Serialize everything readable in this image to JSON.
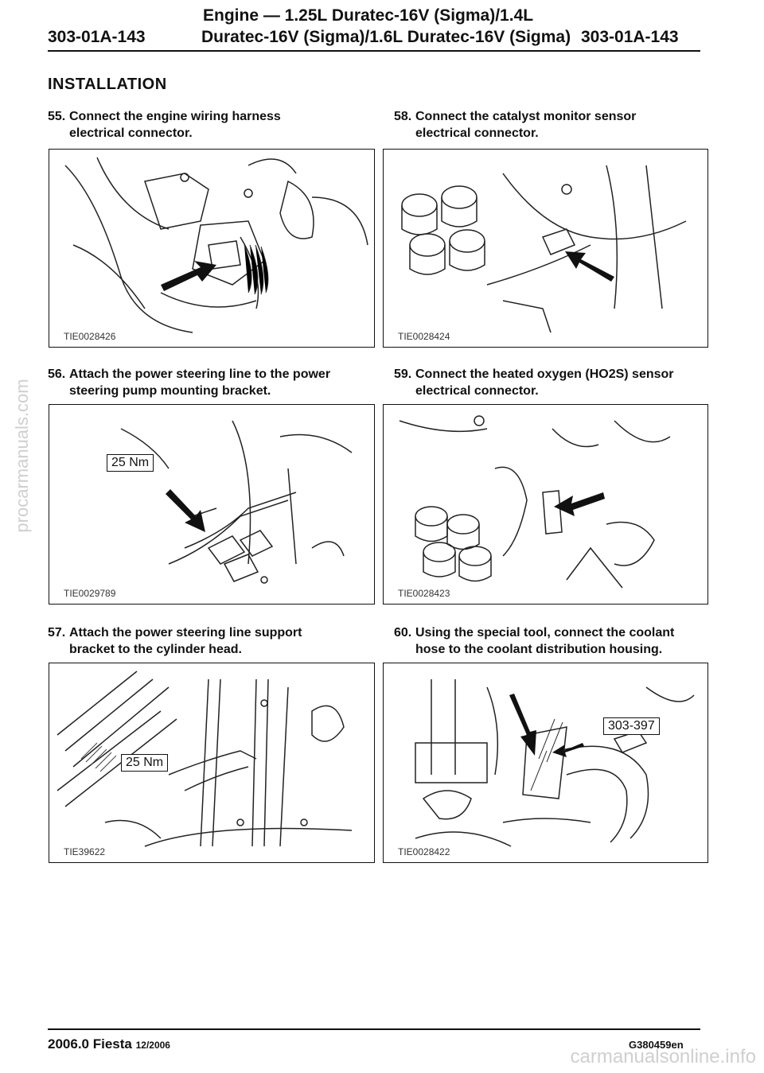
{
  "header": {
    "page_code_left": "303-01A-143",
    "title_line1": "Engine — 1.25L Duratec-16V (Sigma)/1.4L",
    "title_line2": "Duratec-16V (Sigma)/1.6L Duratec-16V (Sigma)",
    "page_code_right": "303-01A-143"
  },
  "section": "INSTALLATION",
  "steps": [
    {
      "num": "55.",
      "line1": "Connect the engine wiring harness",
      "line2": "electrical connector.",
      "figure_id": "TIE0028426"
    },
    {
      "num": "58.",
      "line1": "Connect the catalyst monitor sensor",
      "line2": "electrical connector.",
      "figure_id": "TIE0028424"
    },
    {
      "num": "56.",
      "line1": "Attach the power steering line to the power",
      "line2": "steering pump mounting bracket.",
      "figure_id": "TIE0029789",
      "callout": "25 Nm"
    },
    {
      "num": "59.",
      "line1": "Connect the heated oxygen (HO2S) sensor",
      "line2": "electrical connector.",
      "figure_id": "TIE0028423"
    },
    {
      "num": "57.",
      "line1": "Attach the power steering line support",
      "line2": "bracket to the cylinder head.",
      "figure_id": "TIE39622",
      "callout": "25 Nm"
    },
    {
      "num": "60.",
      "line1": "Using the special tool, connect the coolant",
      "line2": "hose to the coolant distribution housing.",
      "figure_id": "TIE0028422",
      "callout": "303-397"
    }
  ],
  "footer": {
    "model": "2006.0 Fiesta",
    "date": "12/2006",
    "doc_code": "G380459en"
  },
  "watermarks": [
    "procarmanuals.com",
    "carmanualsonline.info"
  ]
}
